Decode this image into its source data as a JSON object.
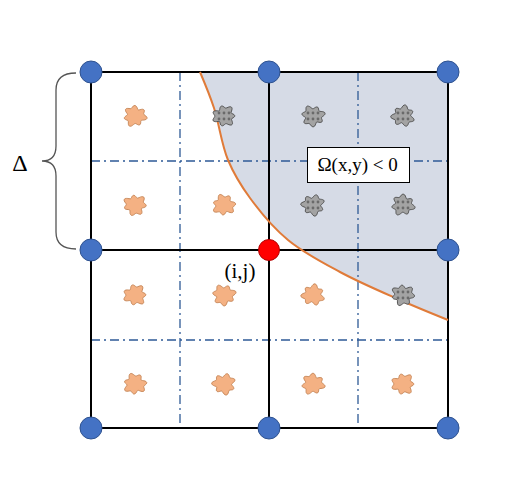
{
  "diagram": {
    "nodes": [
      {
        "text": [
          "Ω(x,y) < 0"
        ]
      }
    ],
    "labels": [
      "Δ",
      "(i,j)"
    ]
  }
}
